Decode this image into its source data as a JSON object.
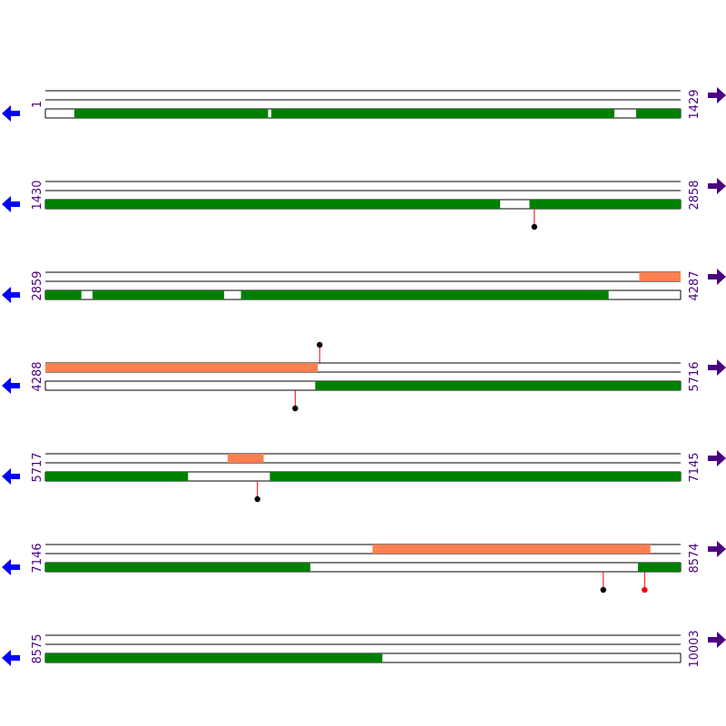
{
  "colors": {
    "line": "#000000",
    "orf_block": "#008000",
    "feature_block": "#ff7f50",
    "arrow_left": "#0000ff",
    "arrow_right": "#4b0082",
    "label": "#4b0082",
    "marker_stem": "#ff0000",
    "marker_black": "#000000",
    "marker_red": "#ff0000"
  },
  "rows": [
    {
      "start": "1",
      "end": "1429",
      "start_num": 1,
      "end_num": 1429,
      "top_blocks": [],
      "bottom_blocks": [
        [
          66,
          501
        ],
        [
          509,
          1280
        ],
        [
          1330,
          1429
        ]
      ],
      "markers_up": [],
      "markers_down": []
    },
    {
      "start": "1430",
      "end": "2858",
      "start_num": 1430,
      "end_num": 2858,
      "top_blocks": [],
      "bottom_blocks": [
        [
          1430,
          2452
        ],
        [
          2519,
          2858
        ]
      ],
      "markers_up": [],
      "markers_down": [
        {
          "pos": 2530,
          "color": "black"
        }
      ]
    },
    {
      "start": "2859",
      "end": "4287",
      "start_num": 2859,
      "end_num": 4287,
      "top_blocks": [
        [
          4195,
          4287
        ]
      ],
      "bottom_blocks": [
        [
          2859,
          2939
        ],
        [
          2965,
          3260
        ],
        [
          3299,
          4125
        ]
      ],
      "markers_up": [],
      "markers_down": []
    },
    {
      "start": "4288",
      "end": "5716",
      "start_num": 4288,
      "end_num": 5716,
      "top_blocks": [
        [
          4288,
          4900
        ]
      ],
      "bottom_blocks": [
        [
          4895,
          5716
        ]
      ],
      "markers_up": [
        {
          "pos": 4905,
          "color": "black"
        }
      ],
      "markers_down": [
        {
          "pos": 4850,
          "color": "black"
        }
      ]
    },
    {
      "start": "5717",
      "end": "7145",
      "start_num": 5717,
      "end_num": 7145,
      "top_blocks": [
        [
          6127,
          6207
        ]
      ],
      "bottom_blocks": [
        [
          5717,
          6037
        ],
        [
          6222,
          7145
        ]
      ],
      "markers_up": [],
      "markers_down": [
        {
          "pos": 6194,
          "color": "black"
        }
      ]
    },
    {
      "start": "7146",
      "end": "8574",
      "start_num": 7146,
      "end_num": 8574,
      "top_blocks": [
        [
          7882,
          8506
        ]
      ],
      "bottom_blocks": [
        [
          7146,
          7741
        ],
        [
          8479,
          8574
        ]
      ],
      "markers_up": [],
      "markers_down": [
        {
          "pos": 8401,
          "color": "black"
        },
        {
          "pos": 8494,
          "color": "red"
        }
      ]
    },
    {
      "start": "8575",
      "end": "10003",
      "start_num": 8575,
      "end_num": 10003,
      "top_blocks": [],
      "bottom_blocks": [
        [
          8575,
          9332
        ]
      ],
      "markers_up": [],
      "markers_down": []
    }
  ]
}
